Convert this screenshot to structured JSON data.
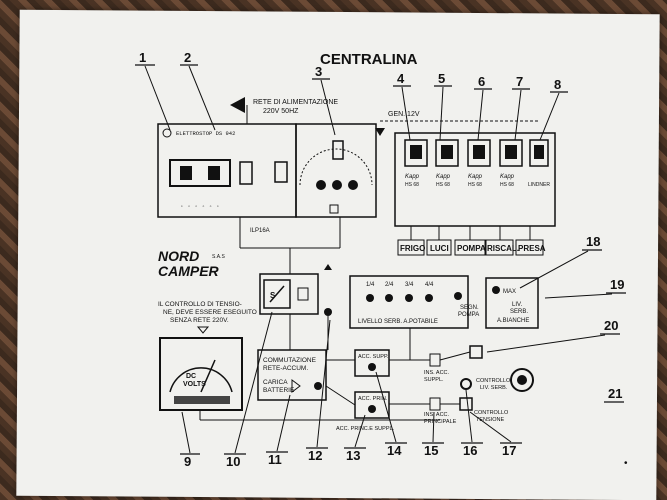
{
  "title": "CENTRALINA",
  "brand": {
    "line1": "NORD",
    "line2": "CAMPER",
    "suffix": "S.A.S"
  },
  "callouts": [
    "1",
    "2",
    "3",
    "4",
    "5",
    "6",
    "7",
    "8",
    "9",
    "10",
    "11",
    "12",
    "13",
    "14",
    "15",
    "16",
    "17",
    "18",
    "19",
    "20",
    "21"
  ],
  "labels": {
    "rete": "RETE DI ALIMENTAZIONE",
    "rete_v": "220V  50HZ",
    "gen": "GEN. 12V",
    "fuse": "ILP16A",
    "note_line1": "IL CONTROLLO DI TENSIO-",
    "note_line2": "NE, DEVE ESSERE ESEGUITO",
    "note_line3": "SENZA RETE 220V.",
    "meter_unit1": "DC",
    "meter_unit2": "VOLTS",
    "comm1": "COMMUTAZIONE",
    "comm2": "RETE-ACCUM.",
    "carica1": "CARICA",
    "carica2": "BATTERIE",
    "acc_supp": "ACC. SUPP.",
    "acc_prin": "ACC. PRIN.",
    "acc_princ_supp": "ACC. PRINC.E SUPPL.",
    "livello": "LIVELLO SERB. A.POTABILE",
    "levels": [
      "1/4",
      "2/4",
      "3/4",
      "4/4"
    ],
    "segn1": "SEGN.",
    "segn2": "POMPA",
    "max": "MAX",
    "liv1": "LIV.",
    "liv2": "SERB.",
    "liv3": "A.BIANCHE",
    "ins_supp1": "INS. ACC.",
    "ins_supp2": "SUPPL.",
    "ins_prin1": "INS. ACC.",
    "ins_prin2": "PRINCIPALE",
    "ctrl_liv1": "CONTROLLO",
    "ctrl_liv2": "LIV. SERB.",
    "ctrl_ten1": "CONTROLLO",
    "ctrl_ten2": "TENSIONE",
    "elettrostop": "ELETTROSTOP DS 942",
    "lindner": "LINDNER",
    "fuse_brand": "Kapp",
    "fuse_model": "HS 68"
  },
  "switch_labels": [
    "FRIGO",
    "LUCI",
    "POMPA",
    "RISCAL.",
    "PRESA"
  ],
  "page_mark": "•"
}
